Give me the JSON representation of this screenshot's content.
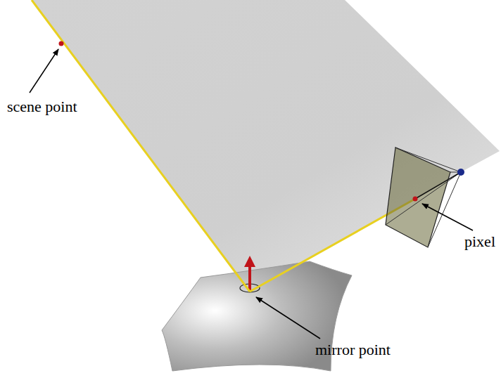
{
  "diagram": {
    "labels": [
      "scene point",
      "pixel",
      "mirror point"
    ]
  }
}
